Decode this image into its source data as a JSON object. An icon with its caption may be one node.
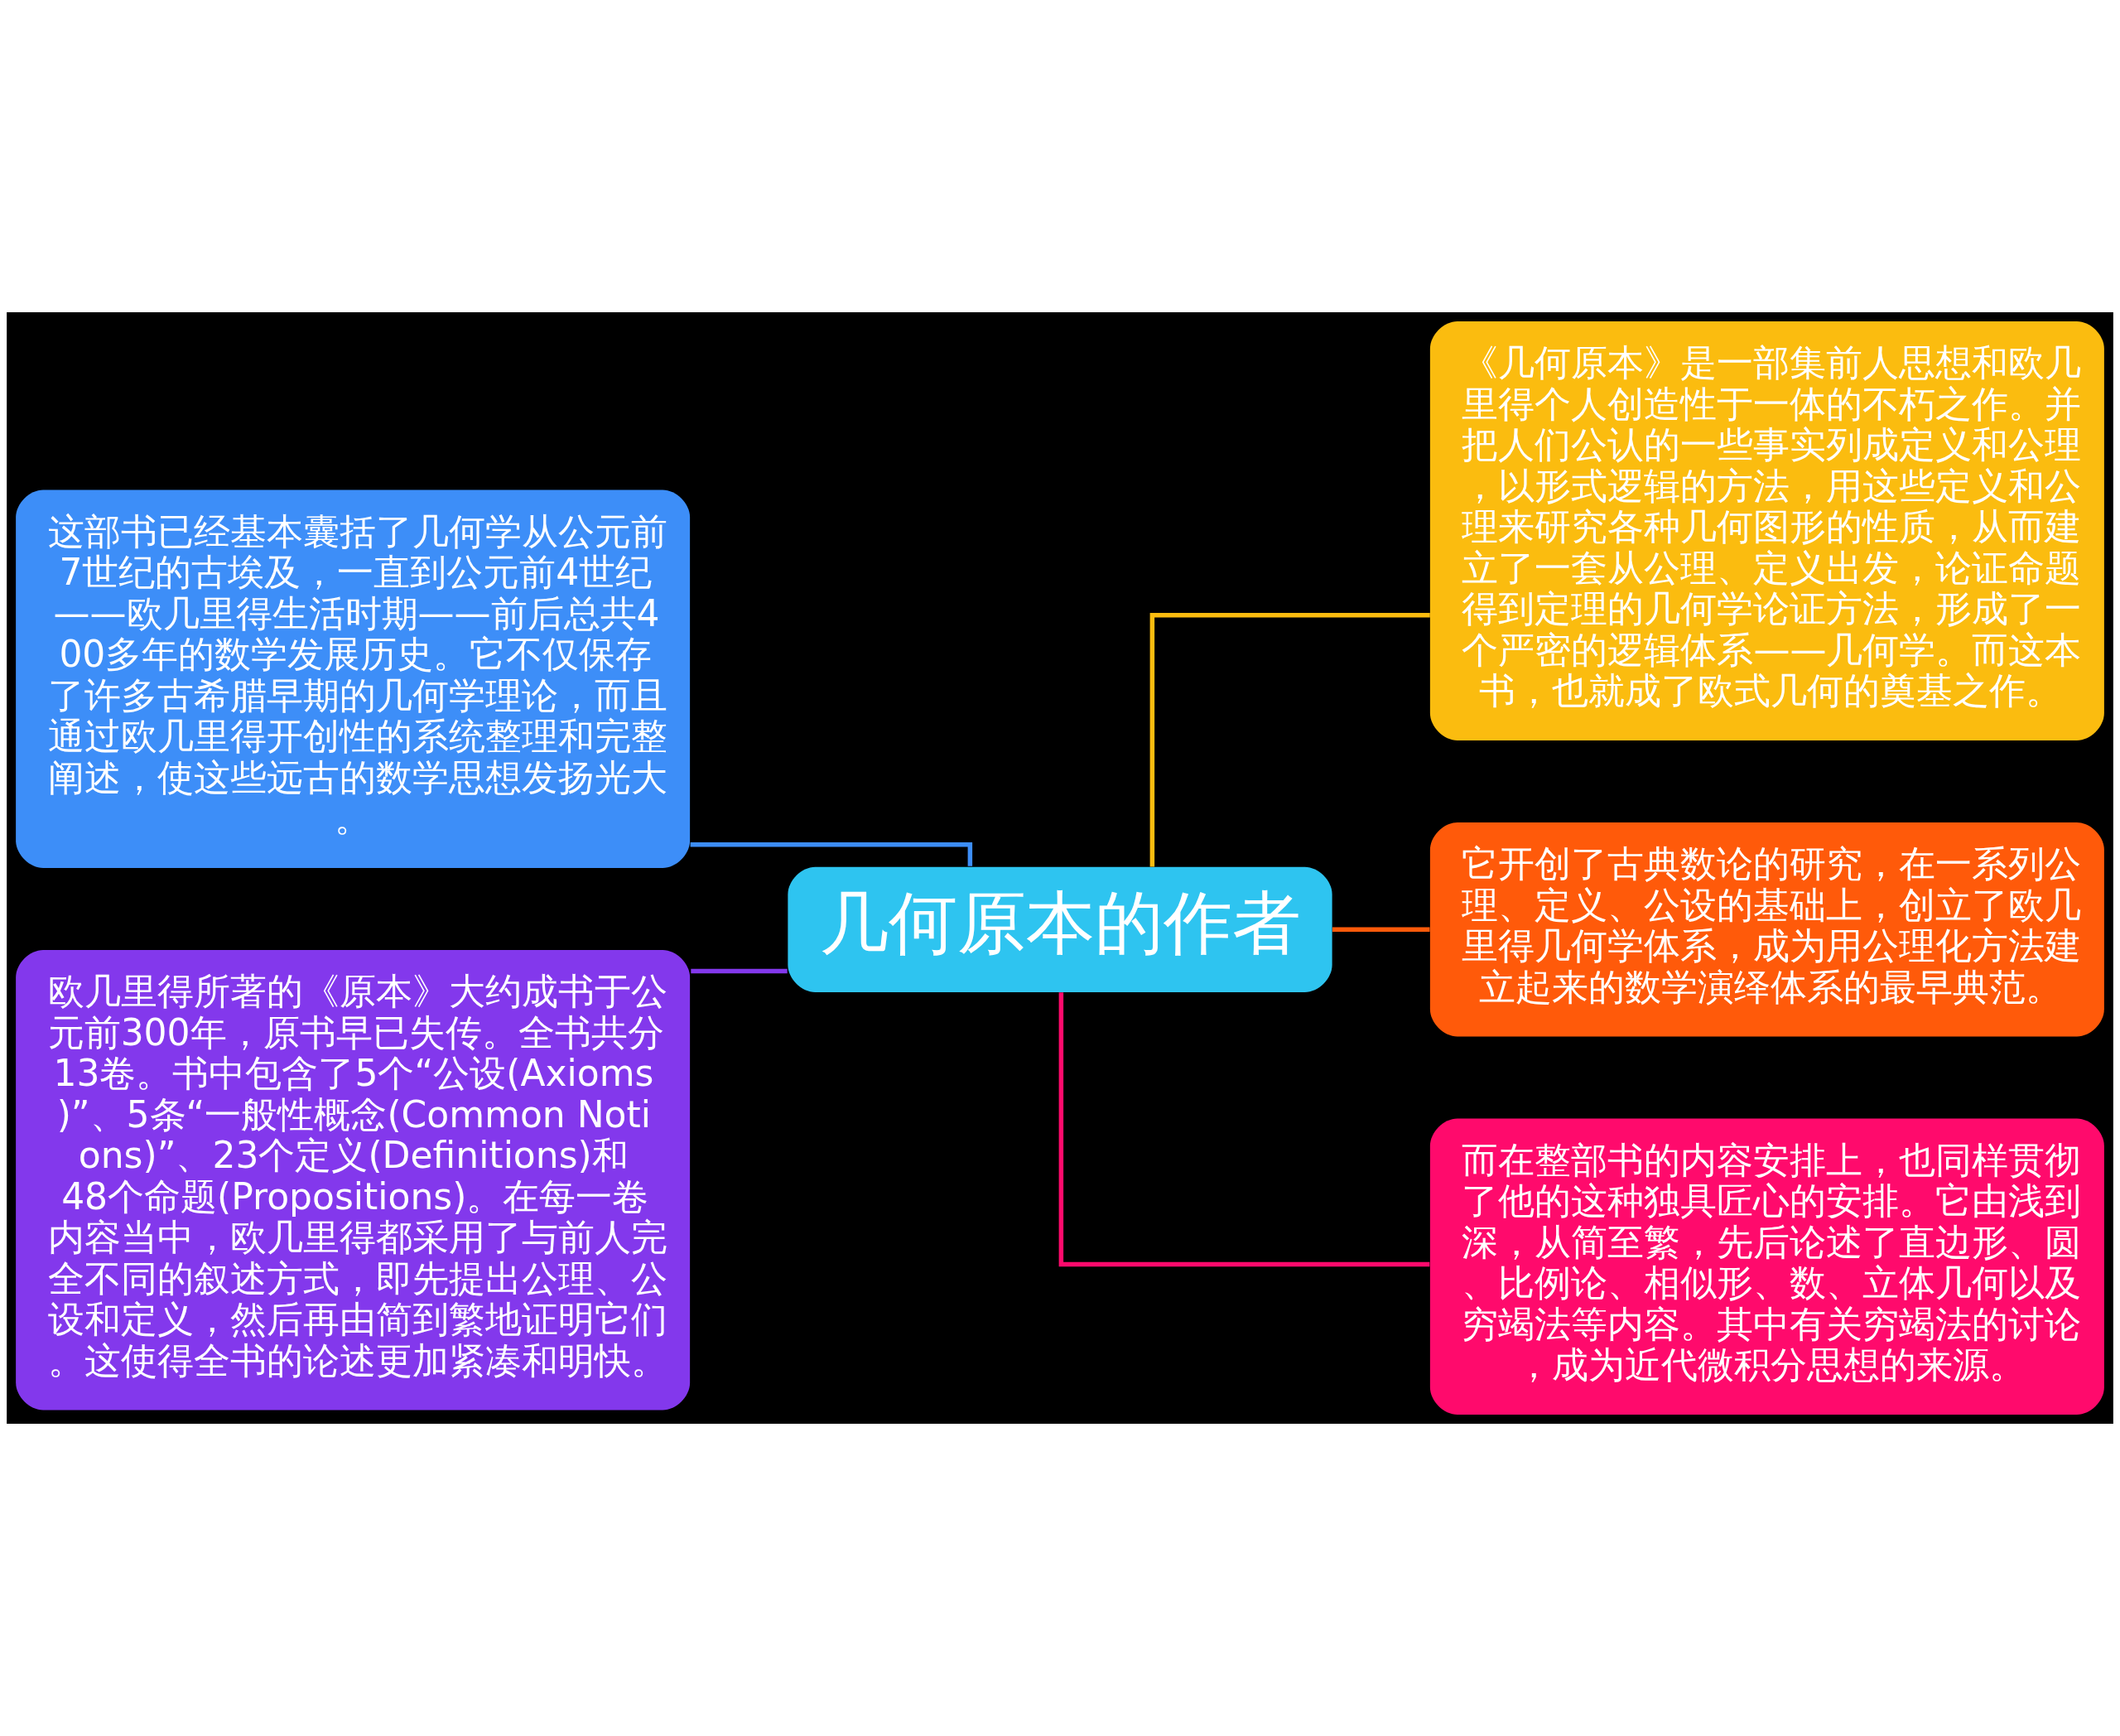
{
  "diagram": {
    "nodes": [
      {
        "text": [
          "几何原本的作者"
        ]
      },
      {
        "text": [
          "这部书已经基本囊括了几何学从公元前7世纪的古埃及，一直到公元前4世纪——欧几里得生活时期——前后总共400多年的数学发展历史。它不仅保存了许多古希腊早期的几何学理论，而且通过欧几里得开创性的系统整理和完整阐述，使这些远古的数学思想发扬光大。"
        ]
      },
      {
        "text": [
          "欧几里得所著的《原本》大约成书于公元前300年，原书早已失传。全书共分13卷。书中包含了5个“公设(Axioms)”、5条“一般性概念(Common Notions)”、23个定义(Definitions)和48个命题(Propositions)。在每一卷内容当中，欧几里得都采用了与前人完全不同的叙述方式，即先提出公理、公设和定义，然后再由简到繁地证明它们。这使得全书的论述更加紧凑和明快。"
        ]
      },
      {
        "text": [
          "《几何原本》是一部集前人思想和欧几里得个人创造性于一体的不朽之作。并把人们公认的一些事实列成定义和公理，以形式逻辑的方法，用这些定义和公理来研究各种几何图形的性质，从而建立了一套从公理、定义出发，论证命题得到定理的几何学论证方法，形成了一个严密的逻辑体系——几何学。而这本书，也就成了欧式几何的奠基之作。"
        ]
      },
      {
        "text": [
          "它开创了古典数论的研究，在一系列公理、定义、公设的基础上，创立了欧几里得几何学体系，成为用公理化方法建立起来的数学演绎体系的最早典范。"
        ]
      },
      {
        "text": [
          "而在整部书的内容安排上，也同样贯彻了他的这种独具匠心的安排。它由浅到深，从简至繁，先后论述了直边形、圆、比例论、相似形、数、立体几何以及穷竭法等内容。其中有关穷竭法的讨论，成为近代微积分思想的来源。"
        ]
      }
    ],
    "edges": [
      {
        "from": 0,
        "to": 1,
        "arrow": "none",
        "color": "#3d8ef8"
      },
      {
        "from": 0,
        "to": 2,
        "arrow": "none",
        "color": "#8338ec"
      },
      {
        "from": 0,
        "to": 3,
        "arrow": "none",
        "color": "#fbbc0f"
      },
      {
        "from": 0,
        "to": 4,
        "arrow": "none",
        "color": "#ff5a0a"
      },
      {
        "from": 0,
        "to": 5,
        "arrow": "none",
        "color": "#ff0a6c"
      }
    ]
  }
}
